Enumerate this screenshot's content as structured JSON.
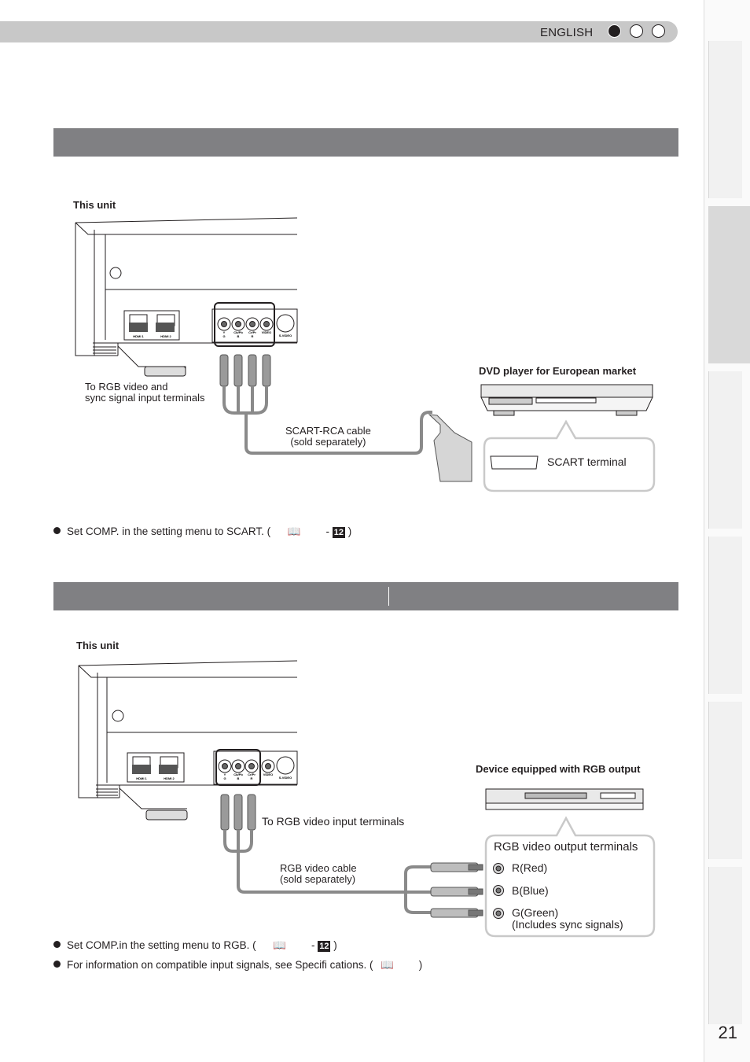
{
  "header": {
    "language": "ENGLISH"
  },
  "section1": {
    "this_unit_label": "This unit",
    "device_label": "DVD player for European market",
    "terminals_label_line1": "To RGB video and",
    "terminals_label_line2": "sync signal input terminals",
    "cable_label_line1": "SCART-RCA cable",
    "cable_label_line2": "(sold separately)",
    "scart_terminal_label": "SCART terminal",
    "note_text": "Set COMP. in the setting menu to SCART. (",
    "note_dash": "-",
    "note_page": "12",
    "note_close": ")"
  },
  "section2": {
    "this_unit_label": "This unit",
    "device_label": "Device equipped with RGB output",
    "terminals_label": "To RGB video input terminals",
    "cable_label_line1": "RGB video cable",
    "cable_label_line2": "(sold separately)",
    "output_box_title": "RGB video output terminals",
    "outputs": [
      "R(Red)",
      "B(Blue)",
      "G(Green)"
    ],
    "green_note": "(Includes sync signals)",
    "note1_text": "Set COMP.in the setting menu to RGB. (",
    "note1_dash": "-",
    "note1_page": "12",
    "note1_close": ")",
    "note2_text": "For information on compatible input signals, see Specifi cations. (",
    "note2_close": ")"
  },
  "projector_panel": {
    "hdmi1": "HDMI 1",
    "hdmi2": "HDMI 2",
    "y_label": "Y",
    "cb_label": "Cb/Pb",
    "cr_label": "Cr/Pr",
    "video_label": "VIDEO",
    "svideo_label": "S-VIDEO",
    "g_label": "G",
    "b_label": "B",
    "r_label": "R"
  },
  "page_number": "21",
  "colors": {
    "section_bar": "#808083",
    "header_bar": "#c8c8c8",
    "cable": "#8a8a8a"
  }
}
